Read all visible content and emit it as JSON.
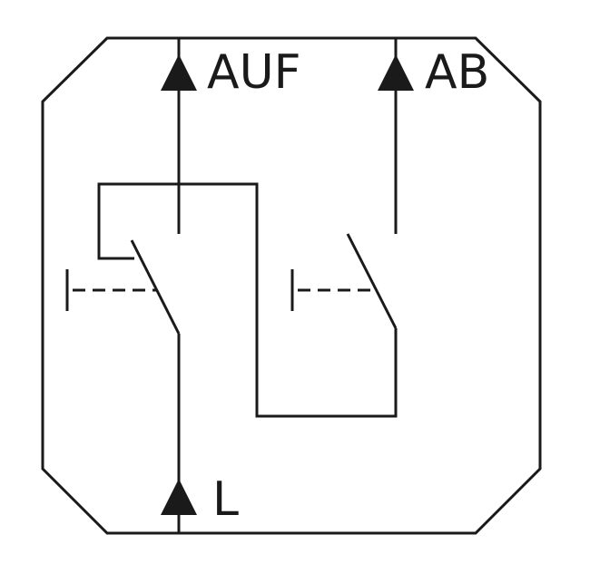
{
  "diagram": {
    "labels": {
      "up": "AUF",
      "down": "AB",
      "line": "L"
    },
    "colors": {
      "stroke": "#1a1a1a",
      "background": "#ffffff"
    }
  }
}
